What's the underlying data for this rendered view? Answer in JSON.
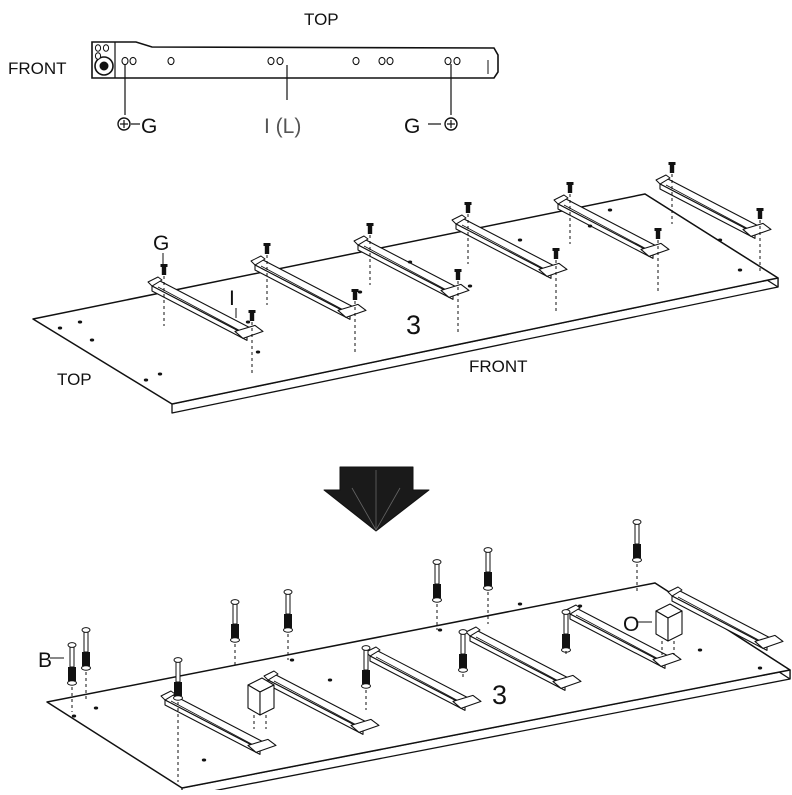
{
  "labels": {
    "detail_top": "TOP",
    "detail_front": "FRONT",
    "detail_g_left": "G",
    "detail_rail": "I (L)",
    "detail_g_right": "G",
    "panel1_g": "G",
    "panel1_i": "I",
    "panel1_number": "3",
    "panel1_top": "TOP",
    "panel1_front": "FRONT",
    "panel2_b": "B",
    "panel2_o": "O",
    "panel2_number": "3"
  },
  "colors": {
    "ink": "#111111",
    "arrow": "#1a1a1a",
    "panel": "#ffffff"
  },
  "icons": {
    "arrow": "down-arrow-icon",
    "screw": "screw-icon",
    "foot": "adjustable-foot-icon",
    "bracket": "bracket-icon"
  }
}
